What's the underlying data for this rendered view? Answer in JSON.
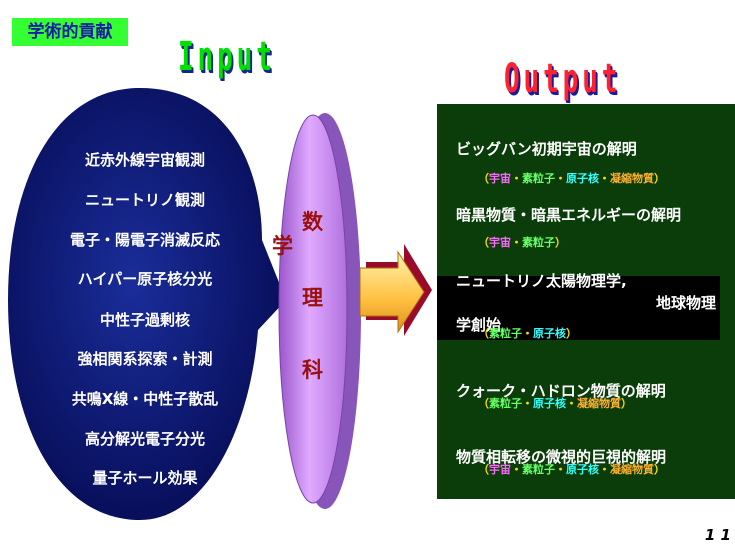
{
  "title": "学術的貢献",
  "input_heading": "Input",
  "output_heading": "Output",
  "input_items": [
    "近赤外線宇宙観測",
    "ニュートリノ観測",
    "電子・陽電子消滅反応",
    "ハイパー原子核分光",
    "中性子過剰核",
    "強相関系探索・計測",
    "共鳴X線・中性子散乱",
    "高分解光電子分光",
    "量子ホール効果"
  ],
  "disc_left": "学",
  "disc_chars": [
    "数",
    "理",
    "科"
  ],
  "outputs": {
    "o1": {
      "text": "ビッグバン初期宇宙の解明",
      "tags": [
        "（",
        "宇宙",
        "・",
        "素粒子",
        "・",
        "原子核",
        "・",
        "凝縮物質",
        "）"
      ]
    },
    "o2": {
      "text": "暗黒物質・暗黒エネルギーの解明",
      "tags": [
        "（",
        "宇宙",
        "・",
        "素粒子",
        "）"
      ]
    },
    "o3": {
      "text1": "ニュートリノ太陽物理学,",
      "text2": "地球物理",
      "text3": "学創始",
      "tags": [
        "（",
        "素粒子",
        "・",
        "原子核",
        "）"
      ]
    },
    "o4": {
      "text": "クォーク・ハドロン物質の解明",
      "tags": [
        "（",
        "素粒子",
        "・",
        "原子核",
        "・",
        "凝縮物質",
        "）"
      ]
    },
    "o5": {
      "text": "物質相転移の微視的巨視的解明",
      "tags": [
        "（",
        "宇宙",
        "・",
        "素粒子",
        "・",
        "原子核",
        "・",
        "凝縮物質",
        "）"
      ]
    }
  },
  "page_number": "1 1",
  "colors": {
    "input_bubble": "#0b1470",
    "output_panel": "#0a3d0a",
    "disc": "#cc88ee",
    "arrow": "#ffcc55",
    "title_bg": "#33ff33"
  }
}
